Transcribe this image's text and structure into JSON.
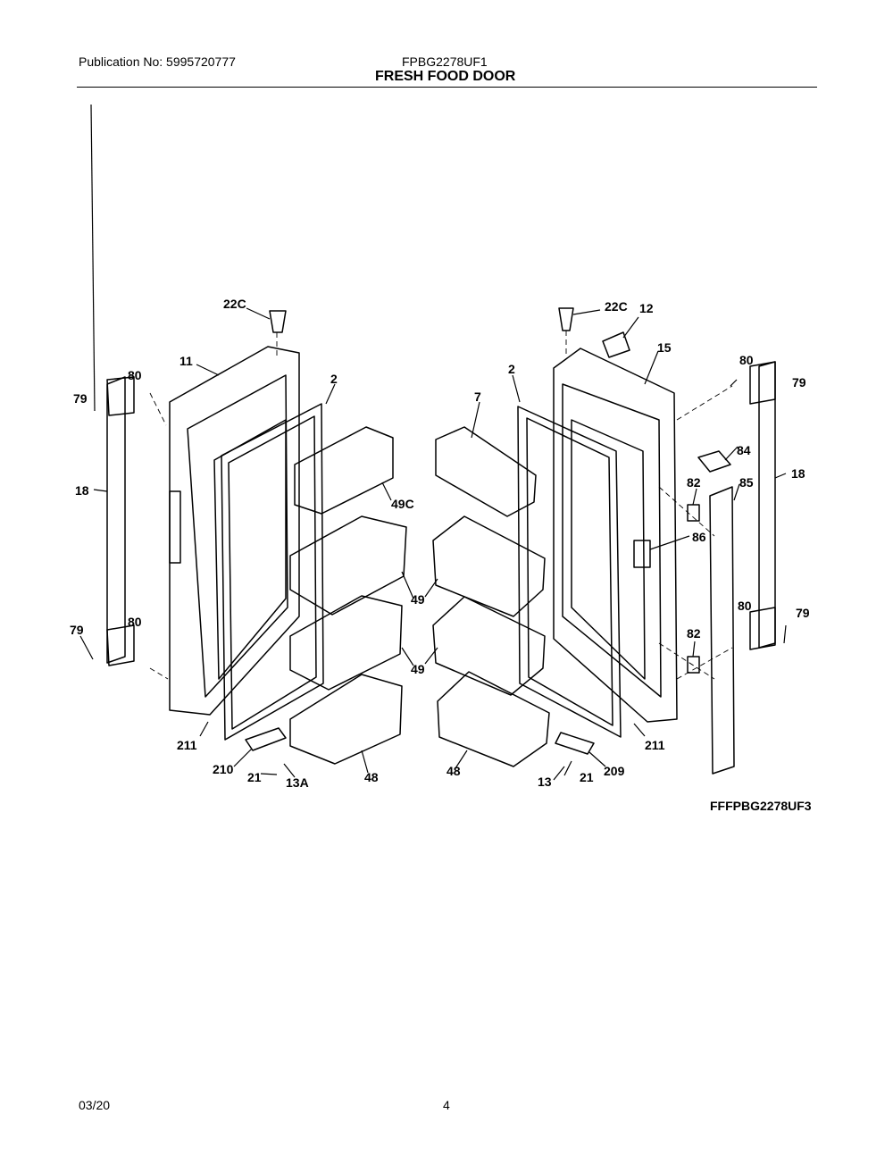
{
  "header": {
    "publication": "Publication No: 5995720777",
    "model": "FPBG2278UF1",
    "title": "FRESH FOOD DOOR"
  },
  "diagram": {
    "figure_id": "FFFPBG2278UF3",
    "callouts": {
      "c22c_left": "22C",
      "c22c_right": "22C",
      "c12": "12",
      "c11": "11",
      "c15": "15",
      "c2_left": "2",
      "c2_right": "2",
      "c7": "7",
      "c80_tl": "80",
      "c79_tl": "79",
      "c80_tr": "80",
      "c79_tr": "79",
      "c18_left": "18",
      "c18_right": "18",
      "c84": "84",
      "c82_top": "82",
      "c85": "85",
      "c49c": "49C",
      "c86": "86",
      "c49_top": "49",
      "c49_bottom": "49",
      "c79_bl": "79",
      "c80_bl": "80",
      "c80_br": "80",
      "c79_br": "79",
      "c82_bottom": "82",
      "c211_left": "211",
      "c211_right": "211",
      "c210": "210",
      "c21_left": "21",
      "c13a": "13A",
      "c48_left": "48",
      "c48_right": "48",
      "c13": "13",
      "c21_right": "21",
      "c209": "209"
    }
  },
  "footer": {
    "date": "03/20",
    "page": "4"
  }
}
